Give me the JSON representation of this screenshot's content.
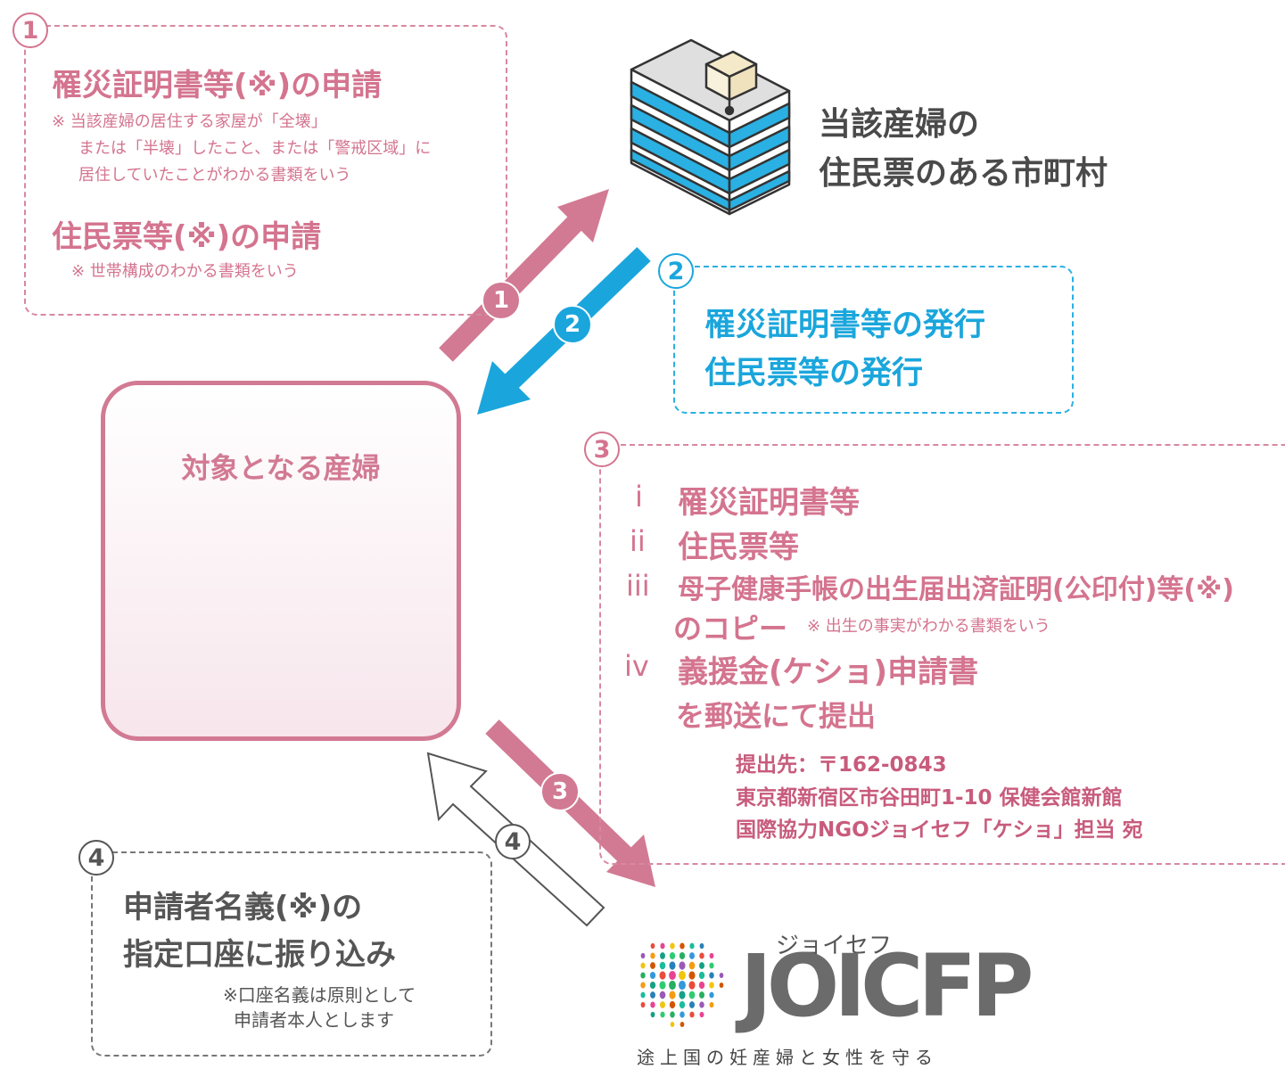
{
  "step1": {
    "badge": "1",
    "line1": "罹災証明書等(※)の申請",
    "note1_a": "※  当該産婦の居住する家屋が「全壊」",
    "note1_b": "または「半壊」したこと、または「警戒区域」に",
    "note1_c": "居住していたことがわかる書類をいう",
    "line2": "住民票等(※)の申請",
    "note2": "※  世帯構成のわかる書類をいう"
  },
  "municipality": {
    "line1": "当該産婦の",
    "line2": "住民票のある市町村"
  },
  "step2": {
    "badge": "2",
    "line1": "罹災証明書等の発行",
    "line2": "住民票等の発行"
  },
  "person": {
    "title": "対象となる産婦"
  },
  "step3": {
    "badge": "3",
    "items": [
      {
        "num": "i",
        "text": "罹災証明書等"
      },
      {
        "num": "ii",
        "text": "住民票等"
      },
      {
        "num": "iii",
        "text": "母子健康手帳の出生届出済証明(公印付)等(※)"
      },
      {
        "num": "iv",
        "text": "義援金(ケショ)申請書"
      }
    ],
    "copy_text": "のコピー",
    "copy_note": "※ 出生の事実がわかる書類をいう",
    "mail": "を郵送にて提出",
    "addr1": "提出先：〒162-0843",
    "addr2": "東京都新宿区市谷田町1-10 保健会館新館",
    "addr3": "国際協力NGOジョイセフ「ケショ」担当 宛"
  },
  "step4": {
    "badge": "4",
    "line1": "申請者名義(※)の",
    "line2": "指定口座に振り込み",
    "note1": "※口座名義は原則として",
    "note2": "申請者本人とします"
  },
  "arrow_labels": {
    "a1": "1",
    "a2": "2",
    "a3": "3",
    "a4": "4"
  },
  "joicfp": {
    "katakana": "ジョイセフ",
    "logo": "JOICFP",
    "tagline": "途上国の妊産婦と女性を守る"
  },
  "colors": {
    "pink": "#d4748f",
    "blue": "#1aa6dc",
    "gray": "#555555"
  }
}
